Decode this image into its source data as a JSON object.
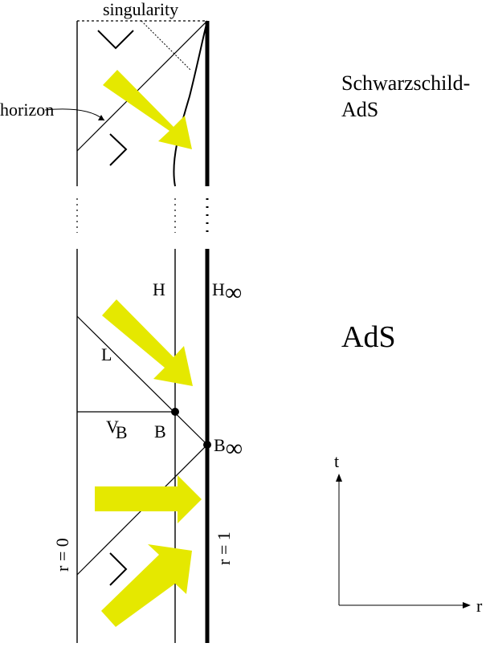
{
  "labels": {
    "singularity": "singularity",
    "horizon": "horizon",
    "schwarzschild_line1": "Schwarzschild-",
    "schwarzschild_line2": "AdS",
    "ads": "AdS",
    "H": "H",
    "H_inf_base": "H",
    "H_inf_sub": "∞",
    "L": "L",
    "V_base": "V",
    "V_sub": "B",
    "B": "B",
    "B_inf_base": "B",
    "B_inf_sub": "∞",
    "r0": "r = 0",
    "r1": "r = 1",
    "axis_t": "t",
    "axis_r": "r"
  },
  "colors": {
    "arrow_fill": "#e5e800",
    "line": "#000000"
  }
}
